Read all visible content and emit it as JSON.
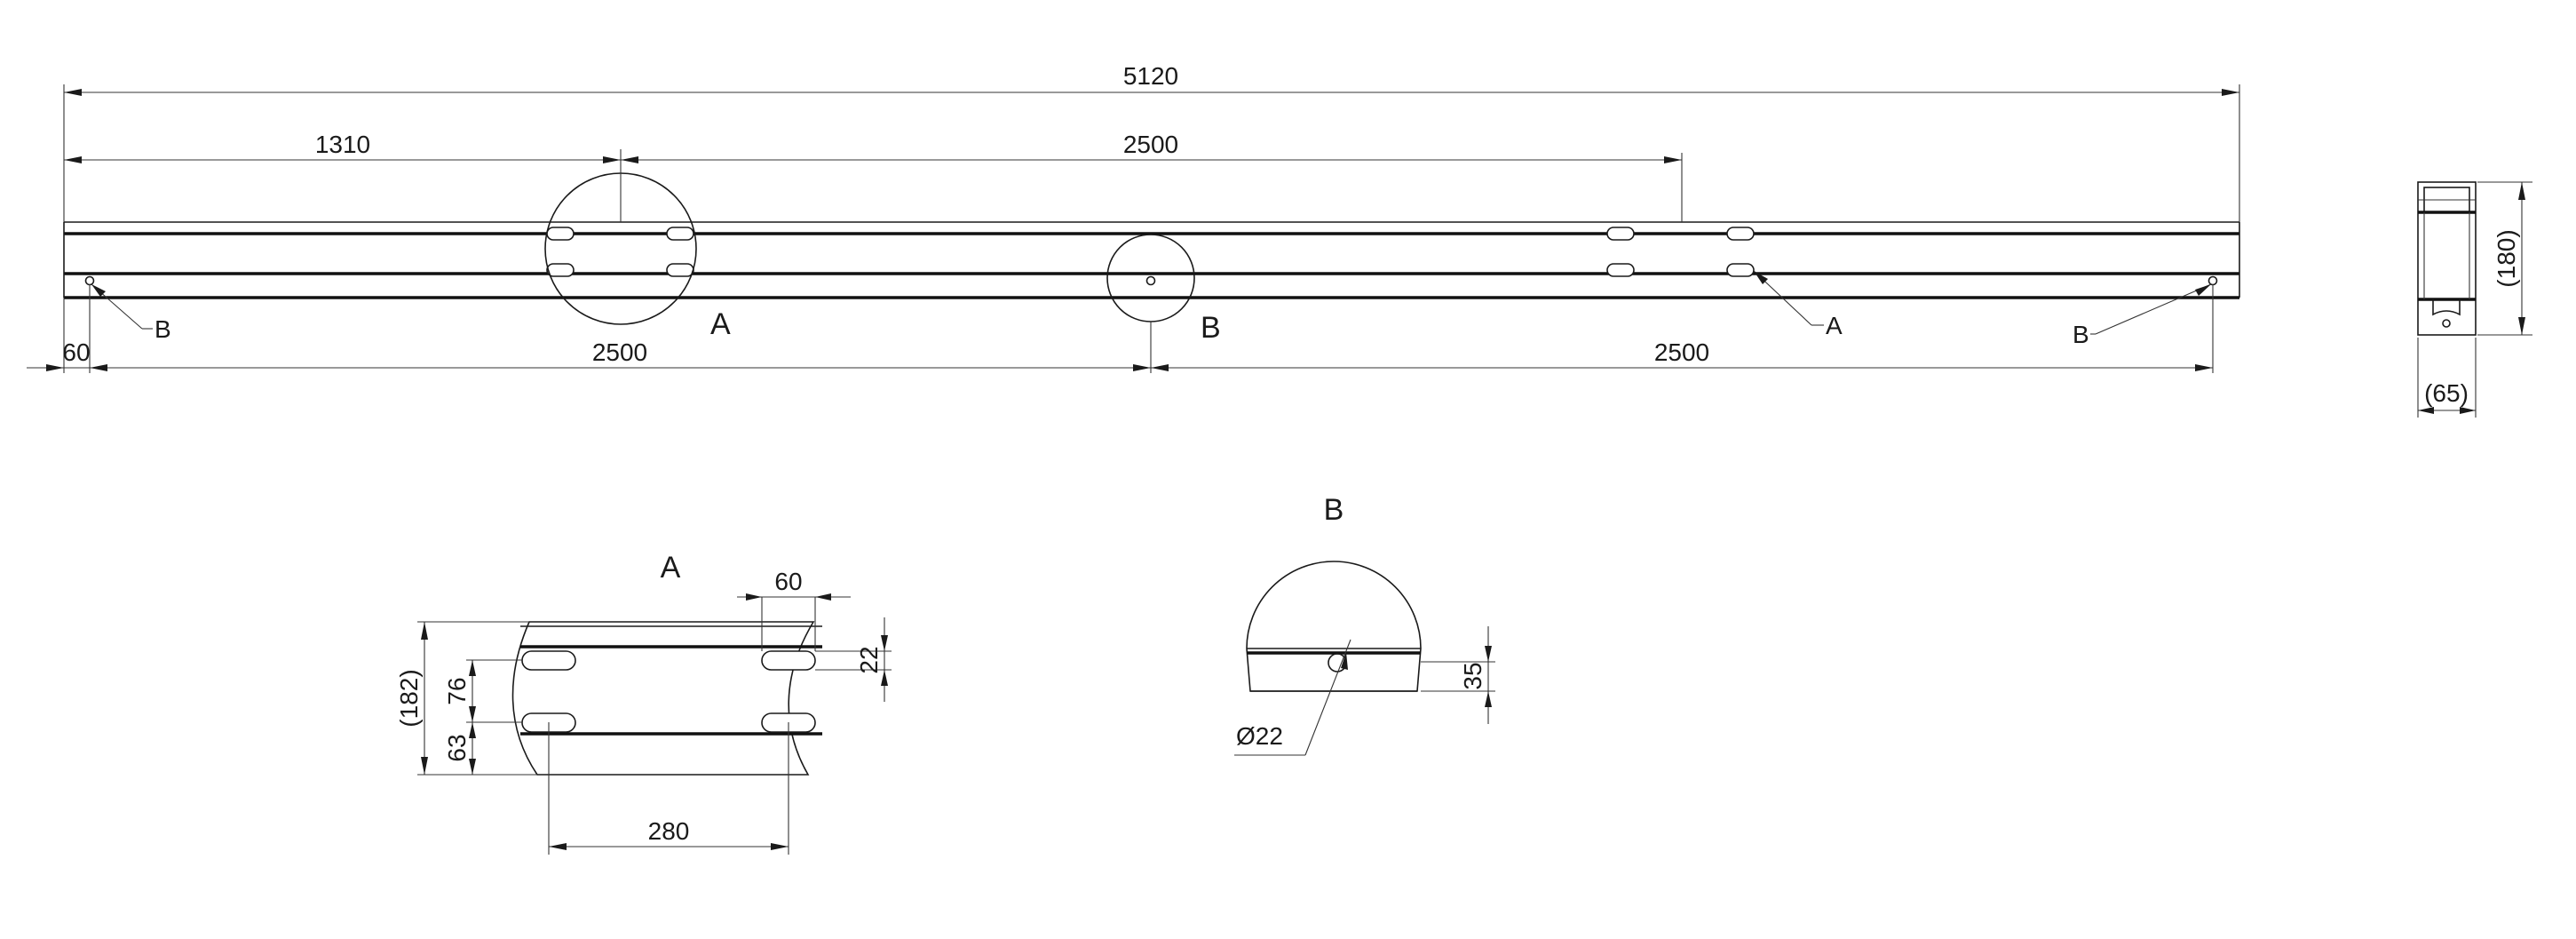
{
  "dimensions": {
    "overall_length": "5120",
    "first_slot_offset": "1310",
    "slot_spacing_top": "2500",
    "end_offset": "60",
    "hole_spacing_left": "2500",
    "hole_spacing_right": "2500",
    "profile_height": "(180)",
    "profile_width": "(65)"
  },
  "callouts": {
    "detail_a": "A",
    "detail_b": "B",
    "marker_a": "A",
    "marker_b_left": "B",
    "marker_b_right": "B"
  },
  "detail_a": {
    "title": "A",
    "slot_length": "60",
    "slot_width": "22",
    "overall_height": "(182)",
    "slot_vertical_spacing": "76",
    "bottom_offset": "63",
    "slot_horizontal_spacing": "280"
  },
  "detail_b": {
    "title": "B",
    "hole_diameter": "Ø22",
    "hole_height": "35"
  }
}
